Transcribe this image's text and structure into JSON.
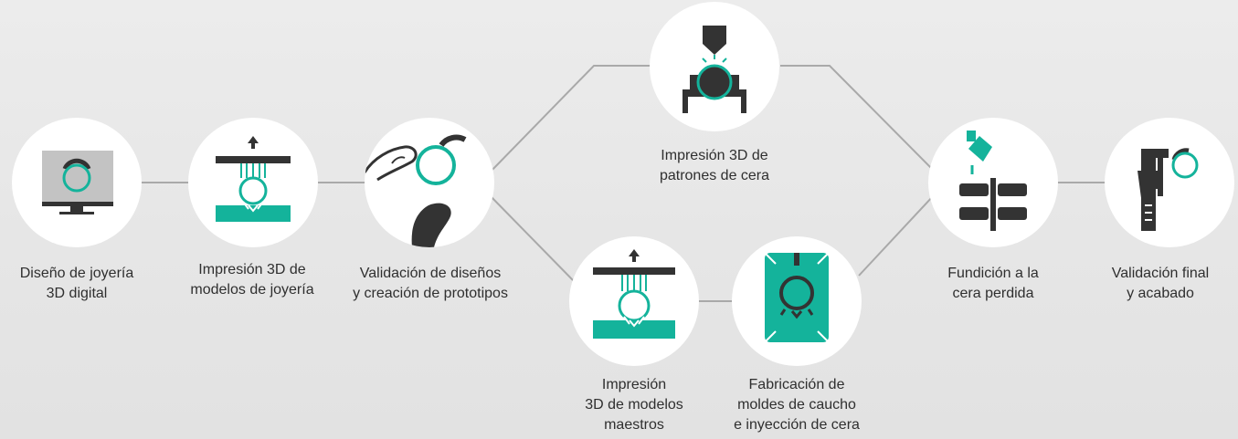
{
  "colors": {
    "teal": "#14b39b",
    "dark": "#3a3a3a",
    "connector": "#a9a9a9",
    "node_bg": "#ffffff",
    "background": "#e8e8e8",
    "text": "#2f2f2f"
  },
  "steps": [
    {
      "id": "digital-design",
      "icon": "monitor-ring-icon",
      "lines": [
        "Diseño de joyería",
        "3D digital"
      ]
    },
    {
      "id": "print-models",
      "icon": "printer-ring-icon",
      "lines": [
        "Impresión 3D de",
        "modelos de joyería"
      ]
    },
    {
      "id": "validation",
      "icon": "hand-ring-icon",
      "lines": [
        "Validación de diseños",
        "y creación de prototipos"
      ]
    },
    {
      "id": "print-wax",
      "icon": "wax-printer-icon",
      "lines": [
        "Impresión 3D de",
        "patrones de cera"
      ]
    },
    {
      "id": "print-masters",
      "icon": "printer-master-icon",
      "lines": [
        "Impresión",
        "3D de modelos",
        "maestros"
      ]
    },
    {
      "id": "rubber-molds",
      "icon": "rubber-mold-icon",
      "lines": [
        "Fabricación de",
        "moldes de caucho",
        "e inyección de cera"
      ]
    },
    {
      "id": "casting",
      "icon": "casting-tree-icon",
      "lines": [
        "Fundición a la",
        "cera perdida"
      ]
    },
    {
      "id": "finishing",
      "icon": "caliper-icon",
      "lines": [
        "Validación final",
        "y acabado"
      ]
    }
  ]
}
